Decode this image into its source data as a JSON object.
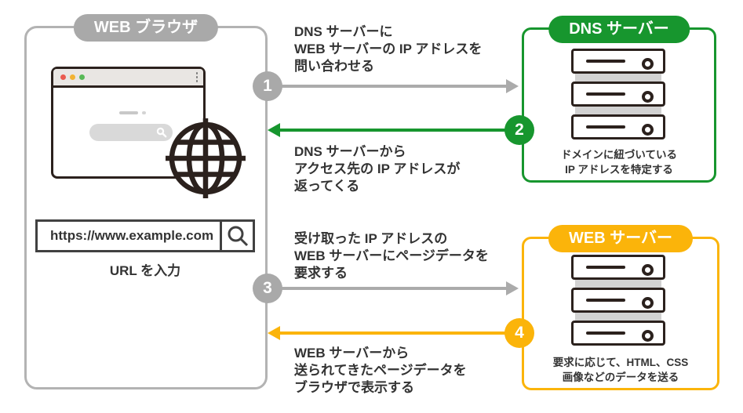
{
  "browser_panel": {
    "label": "WEB ブラウザ",
    "url_text": "https://www.example.com",
    "url_caption": "URL を入力"
  },
  "dns_panel": {
    "label": "DNS サーバー",
    "caption": [
      "ドメインに紐づいている",
      "IP アドレスを特定する"
    ]
  },
  "web_panel": {
    "label": "WEB サーバー",
    "caption": [
      "要求に応じて、HTML、CSS",
      "画像などのデータを送る"
    ]
  },
  "steps": [
    {
      "number": "1",
      "lines": [
        "DNS サーバーに",
        "WEB サーバーの IP アドレスを",
        "問い合わせる"
      ]
    },
    {
      "number": "2",
      "lines": [
        "DNS サーバーから",
        "アクセス先の IP アドレスが",
        "返ってくる"
      ]
    },
    {
      "number": "3",
      "lines": [
        "受け取った IP アドレスの",
        "WEB サーバーにページデータを",
        "要求する"
      ]
    },
    {
      "number": "4",
      "lines": [
        "WEB サーバーから",
        "送られてきたページデータを",
        "ブラウザで表示する"
      ]
    }
  ],
  "colors": {
    "gray": "#a9a9a9",
    "green": "#17962e",
    "amber": "#fbb40a",
    "outline": "#2b211d",
    "text": "#333333"
  }
}
